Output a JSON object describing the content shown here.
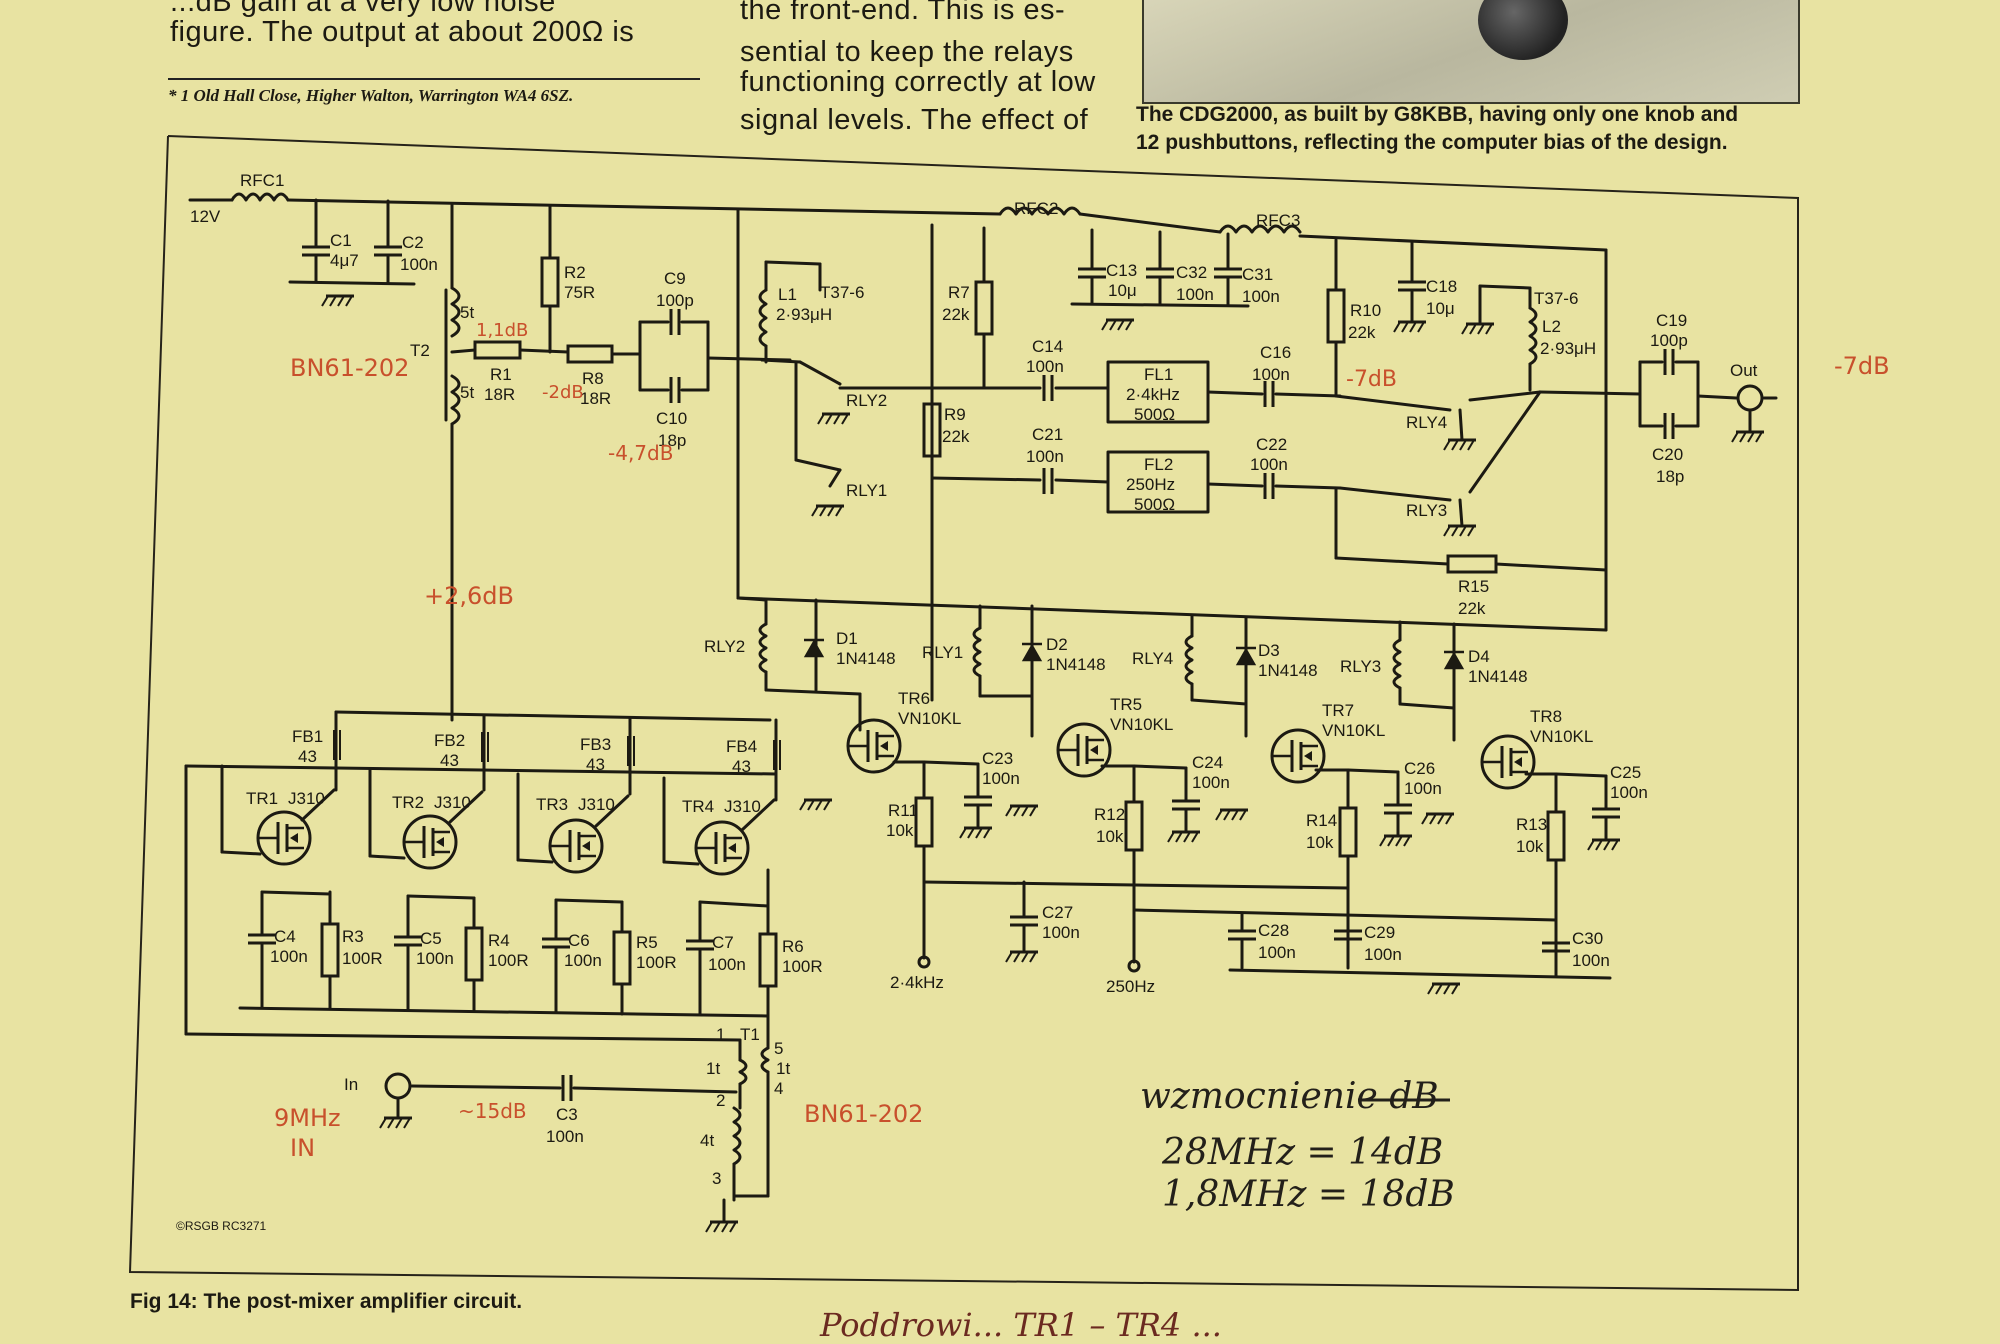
{
  "article": {
    "left_col": [
      "...dB gain at a very low noise",
      "figure. The output at about 200Ω is"
    ],
    "footnote": "* 1 Old Hall Close, Higher Walton, Warrington WA4 6SZ.",
    "mid_col": [
      "the front-end. This is es-",
      "sential to keep the relays",
      "functioning correctly at low",
      "signal levels. The effect of"
    ],
    "photo_caption": [
      "The CDG2000, as built by G8KBB, having only one knob and",
      "12 pushbuttons, reflecting the computer bias of the design."
    ],
    "figure_caption": "Fig 14: The post-mixer amplifier circuit.",
    "copyright": "©RSGB RC3271",
    "bottom_scrawl": "Poddrowi... TR1 – TR4 ..."
  },
  "schematic": {
    "supply": "12V",
    "rfc": [
      "RFC1",
      "RFC2",
      "RFC3"
    ],
    "caps": {
      "c1": [
        "C1",
        "4μ7"
      ],
      "c2": [
        "C2",
        "100n"
      ],
      "c9": [
        "C9",
        "100p"
      ],
      "c10": [
        "C10",
        "18p"
      ],
      "c13": [
        "C13",
        "10μ"
      ],
      "c32": [
        "C32",
        "100n"
      ],
      "c31": [
        "C31",
        "100n"
      ],
      "c18": [
        "C18",
        "10μ"
      ],
      "c14": [
        "C14",
        "100n"
      ],
      "c16": [
        "C16",
        "100n"
      ],
      "c21": [
        "C21",
        "100n"
      ],
      "c22": [
        "C22",
        "100n"
      ],
      "c19": [
        "C19",
        "100p"
      ],
      "c20": [
        "C20",
        "18p"
      ],
      "c23": [
        "C23",
        "100n"
      ],
      "c24": [
        "C24",
        "100n"
      ],
      "c26": [
        "C26",
        "100n"
      ],
      "c25": [
        "C25",
        "100n"
      ],
      "c27": [
        "C27",
        "100n"
      ],
      "c28": [
        "C28",
        "100n"
      ],
      "c29": [
        "C29",
        "100n"
      ],
      "c30": [
        "C30",
        "100n"
      ],
      "c4": [
        "C4",
        "100n"
      ],
      "c5": [
        "C5",
        "100n"
      ],
      "c6": [
        "C6",
        "100n"
      ],
      "c7": [
        "C7",
        "100n"
      ],
      "c3": [
        "C3",
        "100n"
      ]
    },
    "resistors": {
      "r2": [
        "R2",
        "75R"
      ],
      "r1": [
        "R1",
        "18R"
      ],
      "r8": [
        "R8",
        "18R"
      ],
      "r7": [
        "R7",
        "22k"
      ],
      "r9": [
        "R9",
        "22k"
      ],
      "r10": [
        "R10",
        "22k"
      ],
      "r15": [
        "R15",
        "22k"
      ],
      "r11": [
        "R11",
        "10k"
      ],
      "r12": [
        "R12",
        "10k"
      ],
      "r14": [
        "R14",
        "10k"
      ],
      "r13": [
        "R13",
        "10k"
      ],
      "r3": [
        "R3",
        "100R"
      ],
      "r4": [
        "R4",
        "100R"
      ],
      "r5": [
        "R5",
        "100R"
      ],
      "r6": [
        "R6",
        "100R"
      ]
    },
    "t2": [
      "T2",
      "5t",
      "5t"
    ],
    "t1": [
      "T1",
      "1t",
      "1t",
      "4t"
    ],
    "l1": [
      "L1",
      "T37-6",
      "2·93μH"
    ],
    "l2": [
      "L2",
      "T37-6",
      "2·93μH"
    ],
    "fl1": [
      "FL1",
      "2·4kHz",
      "500Ω"
    ],
    "fl2": [
      "FL2",
      "250Hz",
      "500Ω"
    ],
    "relays": [
      "RLY1",
      "RLY2",
      "RLY3",
      "RLY4"
    ],
    "diodes": [
      [
        "D1",
        "1N4148"
      ],
      [
        "D2",
        "1N4148"
      ],
      [
        "D3",
        "1N4148"
      ],
      [
        "D4",
        "1N4148"
      ]
    ],
    "mosfets": [
      [
        "TR6",
        "VN10KL"
      ],
      [
        "TR5",
        "VN10KL"
      ],
      [
        "TR7",
        "VN10KL"
      ],
      [
        "TR8",
        "VN10KL"
      ]
    ],
    "jfets": [
      [
        "TR1",
        "J310"
      ],
      [
        "TR2",
        "J310"
      ],
      [
        "TR3",
        "J310"
      ],
      [
        "TR4",
        "J310"
      ]
    ],
    "ferrite_beads": [
      [
        "FB1",
        "43"
      ],
      [
        "FB2",
        "43"
      ],
      [
        "FB3",
        "43"
      ],
      [
        "FB4",
        "43"
      ]
    ],
    "ports": {
      "in": "In",
      "out": "Out",
      "sel_24": "2·4kHz",
      "sel_250": "250Hz"
    },
    "pins": [
      "1",
      "2",
      "3",
      "4",
      "5"
    ]
  },
  "annotations": {
    "t2_core": "BN61-202",
    "t1_core": "BN61-202",
    "tap": "1,1dB",
    "r8": "-2dB",
    "c10": "-4,7dB",
    "t2_bot": "+2,6dB",
    "c16": "-7dB",
    "out": "-7dB",
    "in": "~15dB",
    "freq": [
      "9MHz",
      "IN"
    ],
    "gain_title": "wzmocnienie dB",
    "gain_lines": [
      "28MHz = 14dB",
      "1,8MHz = 18dB"
    ]
  }
}
